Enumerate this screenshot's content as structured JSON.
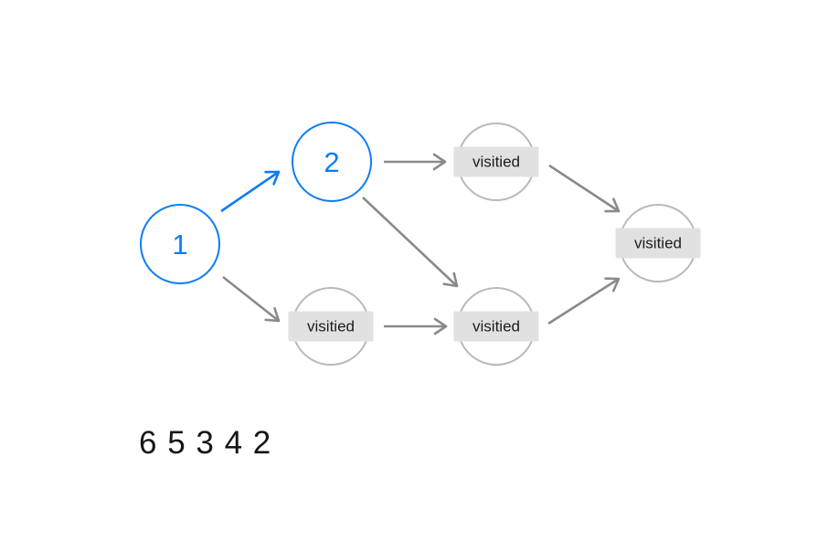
{
  "diagram": {
    "nodes": [
      {
        "id": "1",
        "label": "1",
        "type": "current",
        "color": "blue"
      },
      {
        "id": "2",
        "label": "2",
        "type": "current",
        "color": "blue"
      },
      {
        "id": "v-top",
        "label": "visitied",
        "type": "visited",
        "color": "gray"
      },
      {
        "id": "v-bottom-left",
        "label": "visitied",
        "type": "visited",
        "color": "gray"
      },
      {
        "id": "v-bottom-middle",
        "label": "visitied",
        "type": "visited",
        "color": "gray"
      },
      {
        "id": "v-right",
        "label": "visitied",
        "type": "visited",
        "color": "gray"
      }
    ],
    "edges": [
      {
        "from": "1",
        "to": "2",
        "color": "blue"
      },
      {
        "from": "1",
        "to": "v-bottom-left",
        "color": "gray"
      },
      {
        "from": "2",
        "to": "v-top",
        "color": "gray"
      },
      {
        "from": "2",
        "to": "v-bottom-middle",
        "color": "gray"
      },
      {
        "from": "v-top",
        "to": "v-right",
        "color": "gray"
      },
      {
        "from": "v-bottom-left",
        "to": "v-bottom-middle",
        "color": "gray"
      },
      {
        "from": "v-bottom-middle",
        "to": "v-right",
        "color": "gray"
      }
    ]
  },
  "sequence": {
    "text": "6 5 3 4 2"
  },
  "colors": {
    "accent-blue": "#0d7df5",
    "node-gray": "#b9b9b9",
    "edge-gray": "#8a8a8a",
    "label-bg": "#e1e1e1",
    "text-dark": "#1b1b1b"
  }
}
